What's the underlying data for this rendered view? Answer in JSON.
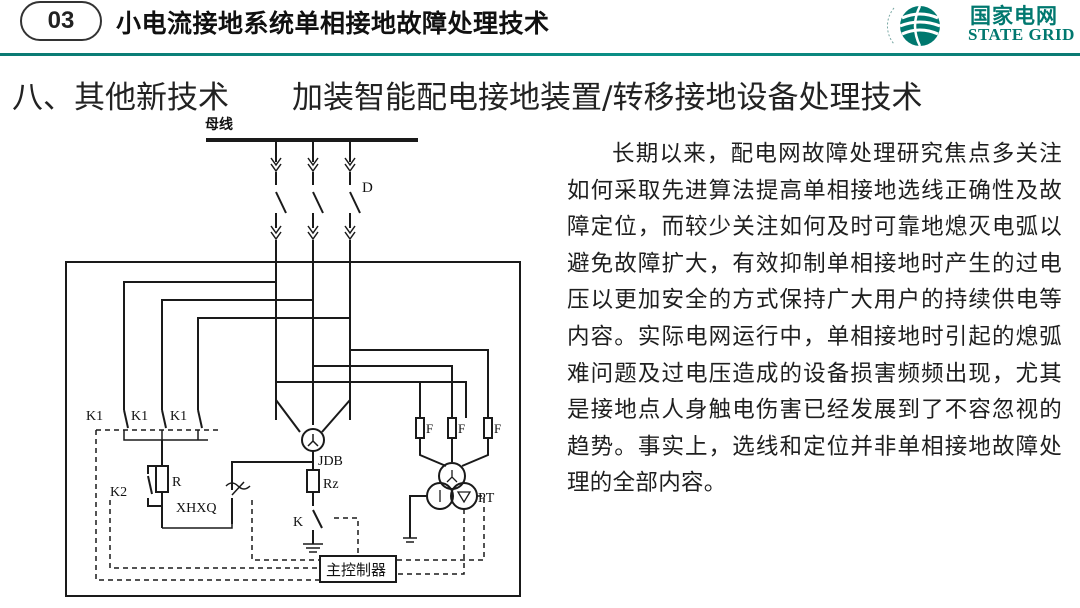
{
  "header": {
    "number": "03",
    "title": "小电流接地系统单相接地故障处理技术"
  },
  "logo": {
    "chinese": "国家电网",
    "english": "STATE GRID",
    "accent_color": "#00786f"
  },
  "section": {
    "title": "八、其他新技术",
    "subtitle": "加装智能配电接地装置/转移接地设备处理技术"
  },
  "diagram": {
    "labels": {
      "bus": "母线",
      "d": "D",
      "k1_a": "K1",
      "k1_b": "K1",
      "k1_c": "K1",
      "k2": "K2",
      "r": "R",
      "xhxq": "XHXQ",
      "jdb": "JDB",
      "rz": "Rz",
      "k": "K",
      "f_a": "F",
      "f_b": "F",
      "f_c": "F",
      "pt": "PT",
      "controller": "主控制器"
    }
  },
  "body": {
    "paragraph": "长期以来，配电网故障处理研究焦点多关注如何采取先进算法提高单相接地选线正确性及故障定位，而较少关注如何及时可靠地熄灭电弧以避免故障扩大，有效抑制单相接地时产生的过电压以更加安全的方式保持广大用户的持续供电等内容。实际电网运行中，单相接地时引起的熄弧难问题及过电压造成的设备损害频频出现，尤其是接地点人身触电伤害已经发展到了不容忽视的趋势。事实上，选线和定位并非单相接地故障处理的全部内容。"
  }
}
